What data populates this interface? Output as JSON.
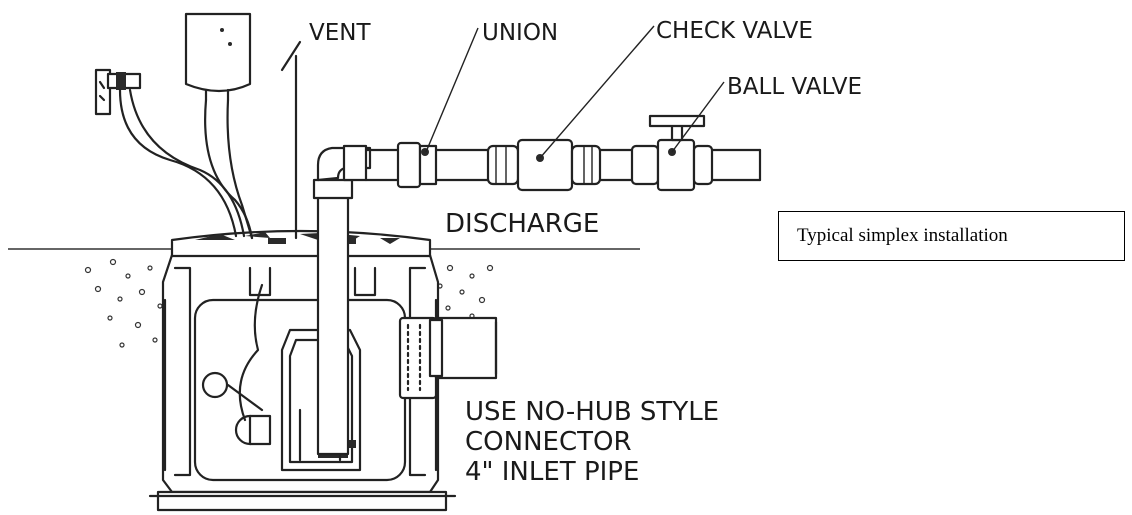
{
  "labels": {
    "vent": "VENT",
    "union": "UNION",
    "check_valve": "CHECK VALVE",
    "ball_valve": "BALL VALVE",
    "discharge": "DISCHARGE",
    "inlet_line1": "USE NO-HUB STYLE",
    "inlet_line2": "CONNECTOR",
    "inlet_line3": "4\" INLET PIPE"
  },
  "caption": "Typical simplex installation"
}
